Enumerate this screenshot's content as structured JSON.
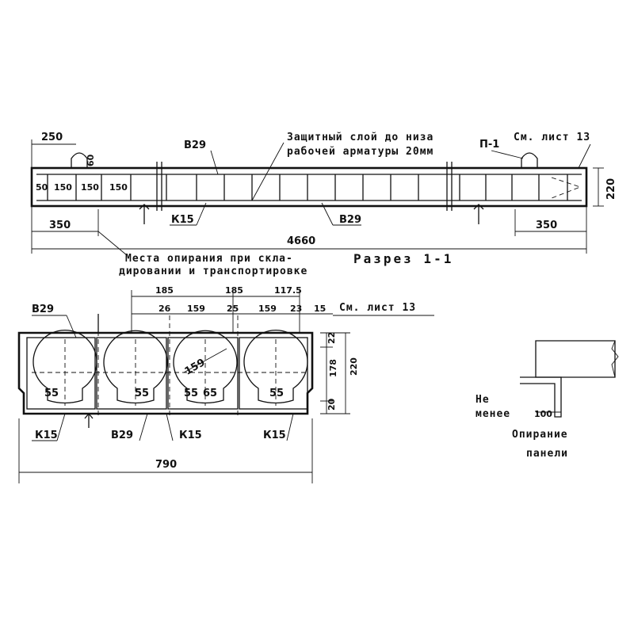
{
  "elevation": {
    "dim_250": "250",
    "dim_60": "60",
    "dim_50": "50",
    "spacing_150_a": "150",
    "spacing_150_b": "150",
    "spacing_150_c": "150",
    "bar_top": "В29",
    "bar_bottom": "В29",
    "tie": "К15",
    "note_cover_1": "Защитный слой до низа",
    "note_cover_2": "рабочей арматуры 20мм",
    "loop_mark": "П-1",
    "see_sheet": "См. лист 13",
    "height_220": "220",
    "end_left_350": "350",
    "end_right_350": "350",
    "length_4660": "4660",
    "support_note_1": "Места опирания при скла-",
    "support_note_2": "дировании и транспортировке",
    "section_title": "Разрез 1-1"
  },
  "section": {
    "top_185_a": "185",
    "top_185_b": "185",
    "top_117_5": "117.5",
    "d_26": "26",
    "d_159_a": "159",
    "d_25": "25",
    "d_159_b": "159",
    "d_23": "23",
    "d_15": "15",
    "see_sheet": "См. лист 13",
    "bar_top": "В29",
    "dia_159": "159",
    "void_55_a": "55",
    "void_55_b": "55",
    "void_55_c": "55",
    "void_65": "65",
    "void_55_d": "55",
    "h_22": "22",
    "h_178": "178",
    "h_220": "220",
    "h_20": "20",
    "k15_a": "К15",
    "bar_bottom": "В29",
    "k15_b": "К15",
    "k15_c": "К15",
    "width_790": "790"
  },
  "support": {
    "label_1": "Не",
    "label_2": "менее",
    "dim_100": "100",
    "caption_1": "Опирание",
    "caption_2": "панели"
  }
}
